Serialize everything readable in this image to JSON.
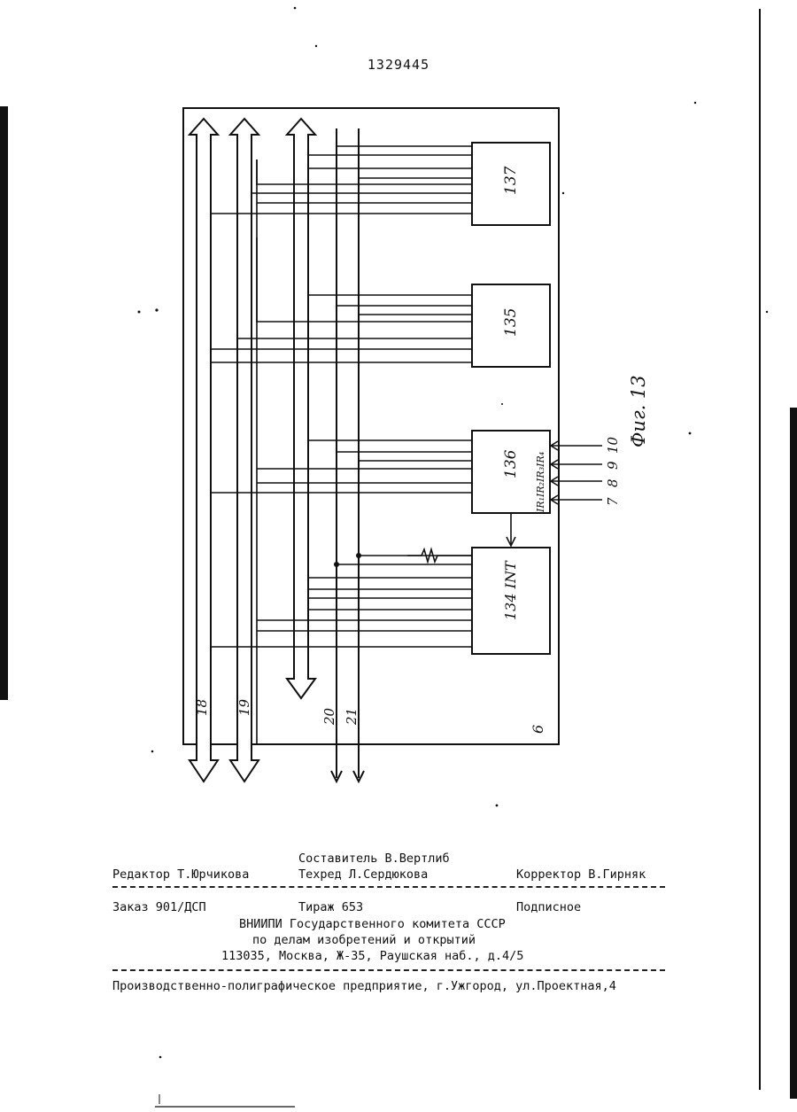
{
  "header": {
    "patent_number": "1329445"
  },
  "figure": {
    "caption": "Фиг. 13",
    "frame_label": "6",
    "blocks": [
      {
        "id": "137",
        "label": "137"
      },
      {
        "id": "135",
        "label": "135"
      },
      {
        "id": "136",
        "label": "136",
        "pins": "IR₁IR₂IR₃IR₄"
      },
      {
        "id": "134",
        "label": "134 INT"
      }
    ],
    "bus_labels": [
      "18",
      "19",
      "20",
      "21"
    ],
    "input_labels": [
      "7",
      "8",
      "9",
      "10"
    ]
  },
  "colophon": {
    "compiler": "Составитель В.Вертлиб",
    "editor": "Редактор Т.Юрчикова",
    "techred": "Техред Л.Сердюкова",
    "corrector": "Корректор В.Гирняк",
    "order": "Заказ 901/ДСП",
    "circulation": "Тираж 653",
    "subscription": "Подписное",
    "org_line1": "ВНИИПИ Государственного комитета СССР",
    "org_line2": "по делам изобретений и открытий",
    "address": "113035, Москва, Ж-35, Раушская наб., д.4/5",
    "printer": "Производственно-полиграфическое предприятие, г.Ужгород, ул.Проектная,4"
  }
}
